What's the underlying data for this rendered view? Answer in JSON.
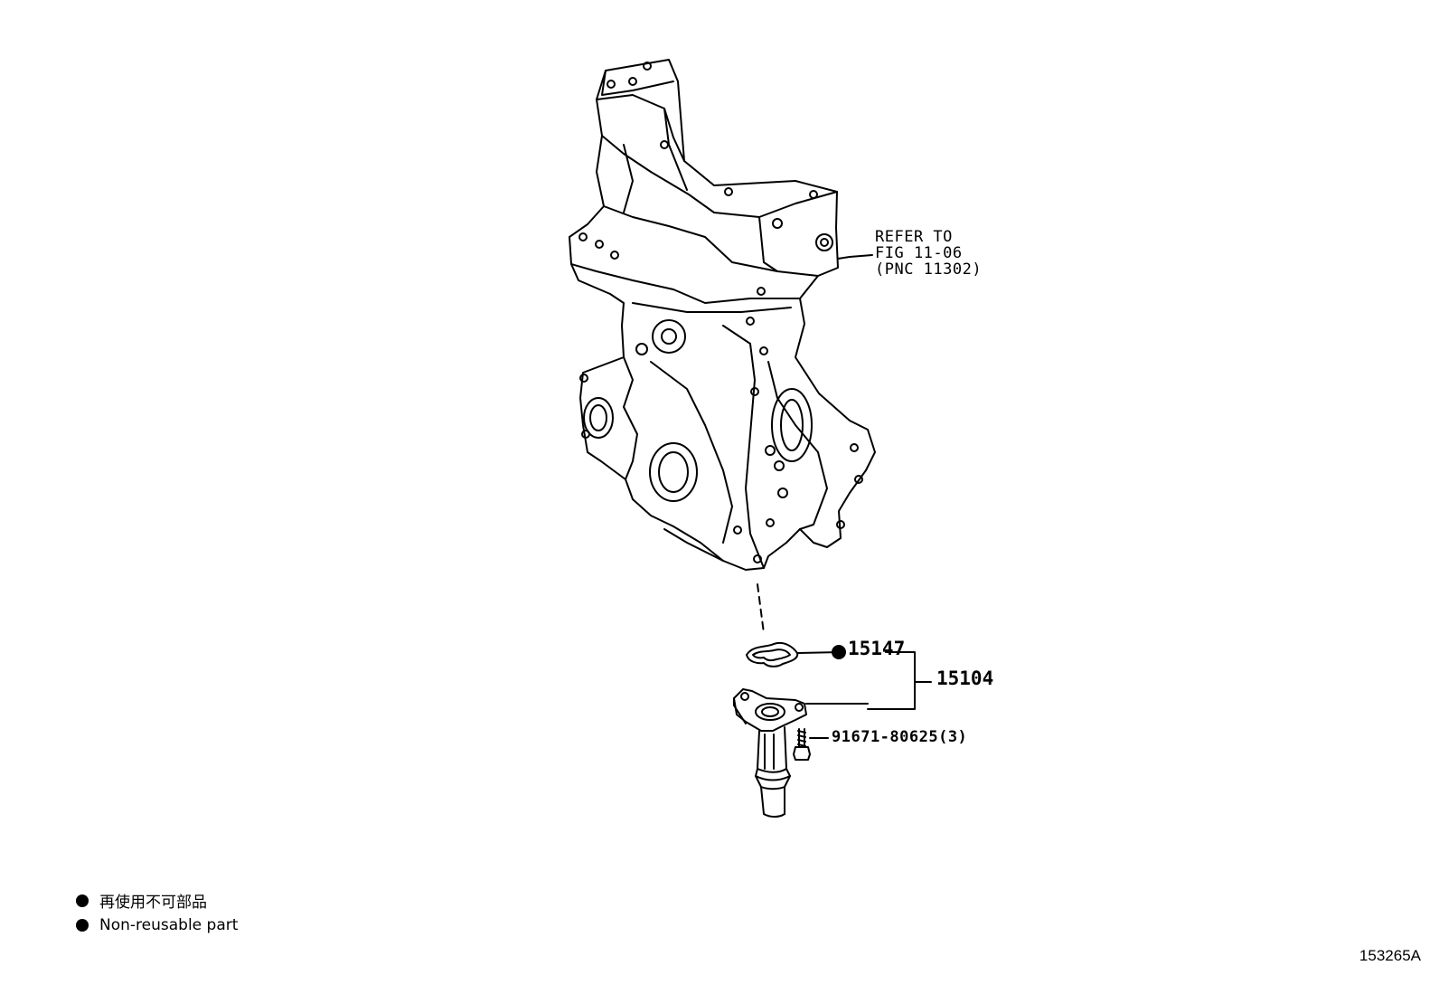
{
  "refer_note": {
    "line1": "REFER TO",
    "line2": "FIG 11-06",
    "line3": "(PNC 11302)"
  },
  "callouts": {
    "gasket": "15147",
    "assembly": "15104",
    "bolt": "91671-80625(3)"
  },
  "legend": {
    "japanese": "再使用不可部品",
    "english": "Non-reusable part"
  },
  "diagram_id": "153265A",
  "colors": {
    "line": "#000000",
    "background": "#ffffff"
  }
}
